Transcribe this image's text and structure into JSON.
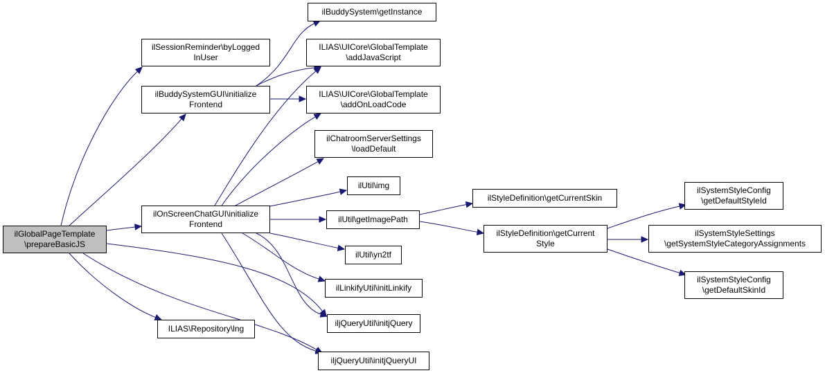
{
  "colors": {
    "edge": "#191970",
    "root_fill": "#bfbfbf",
    "node_fill": "#ffffff",
    "border": "#000000"
  },
  "nodes": {
    "root": "ilGlobalPageTemplate\n\\prepareBasicJS",
    "session_reminder": "ilSessionReminder\\byLogged\nInUser",
    "buddy_gui": "ilBuddySystemGUI\\initialize\nFrontend",
    "onscreen_chat": "ilOnScreenChatGUI\\initialize\nFrontend",
    "repo_lng": "ILIAS\\Repository\\lng",
    "buddy_instance": "ilBuddySystem\\getInstance",
    "add_js": "ILIAS\\UICore\\GlobalTemplate\n\\addJavaScript",
    "add_onload": "ILIAS\\UICore\\GlobalTemplate\n\\addOnLoadCode",
    "chatroom_settings": "ilChatroomServerSettings\n\\loadDefault",
    "util_img": "ilUtil\\img",
    "util_imagepath": "ilUtil\\getImagePath",
    "util_yn2tf": "ilUtil\\yn2tf",
    "linkify": "ilLinkifyUtil\\initLinkify",
    "jquery": "iljQueryUtil\\initjQuery",
    "jquery_ui": "iljQueryUtil\\initjQueryUI",
    "current_skin": "ilStyleDefinition\\getCurrentSkin",
    "current_style": "ilStyleDefinition\\getCurrent\nStyle",
    "default_style_id": "ilSystemStyleConfig\n\\getDefaultStyleId",
    "category_assignments": "ilSystemStyleSettings\n\\getSystemStyleCategoryAssignments",
    "default_skin_id": "ilSystemStyleConfig\n\\getDefaultSkinId"
  },
  "edges": [
    [
      "root",
      "session_reminder"
    ],
    [
      "root",
      "buddy_gui"
    ],
    [
      "root",
      "onscreen_chat"
    ],
    [
      "root",
      "repo_lng"
    ],
    [
      "root",
      "jquery"
    ],
    [
      "root",
      "jquery_ui"
    ],
    [
      "buddy_gui",
      "buddy_instance"
    ],
    [
      "buddy_gui",
      "add_js"
    ],
    [
      "buddy_gui",
      "add_onload"
    ],
    [
      "onscreen_chat",
      "add_js"
    ],
    [
      "onscreen_chat",
      "add_onload"
    ],
    [
      "onscreen_chat",
      "chatroom_settings"
    ],
    [
      "onscreen_chat",
      "util_img"
    ],
    [
      "onscreen_chat",
      "util_imagepath"
    ],
    [
      "onscreen_chat",
      "util_yn2tf"
    ],
    [
      "onscreen_chat",
      "linkify"
    ],
    [
      "onscreen_chat",
      "jquery"
    ],
    [
      "onscreen_chat",
      "jquery_ui"
    ],
    [
      "util_imagepath",
      "current_skin"
    ],
    [
      "util_imagepath",
      "current_style"
    ],
    [
      "current_style",
      "default_style_id"
    ],
    [
      "current_style",
      "category_assignments"
    ],
    [
      "current_style",
      "default_skin_id"
    ]
  ]
}
